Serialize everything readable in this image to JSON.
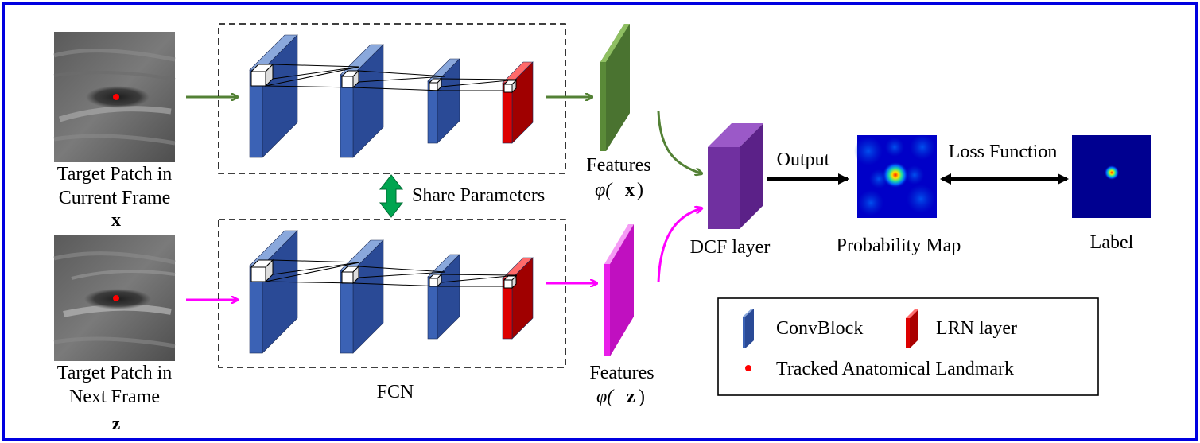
{
  "inputs": {
    "current": {
      "line1": "Target Patch in",
      "line2": "Current Frame",
      "var": "x"
    },
    "next": {
      "line1": "Target Patch in",
      "line2": "Next Frame",
      "var": "z"
    }
  },
  "share_parameters": "Share Parameters",
  "fcn_label": "FCN",
  "features": {
    "top": {
      "label": "Features",
      "phi": "φ(",
      "var": "x",
      "close": ")"
    },
    "bottom": {
      "label": "Features",
      "phi": "φ(",
      "var": "z",
      "close": ")"
    }
  },
  "dcf_label": "DCF layer",
  "output_label": "Output",
  "prob_map_label": "Probability Map",
  "loss_label": "Loss Function",
  "label_text": "Label",
  "legend": {
    "convblock": "ConvBlock",
    "lrn": "LRN layer",
    "landmark": "Tracked Anatomical Landmark"
  },
  "colors": {
    "frame": "#0000e0",
    "conv_front": "#3b62b5",
    "conv_top": "#8aa8dc",
    "conv_side": "#2a4a96",
    "lrn": "#dd0000",
    "green_arrow": "#538135",
    "feature_green": "#548235",
    "magenta": "#ff00ff",
    "feature_magenta": "#e91ee9",
    "dcf": "#7030a0",
    "share_arrow": "#00a550",
    "landmark": "#ff0000",
    "heatmap_bg": "#0000a0"
  }
}
